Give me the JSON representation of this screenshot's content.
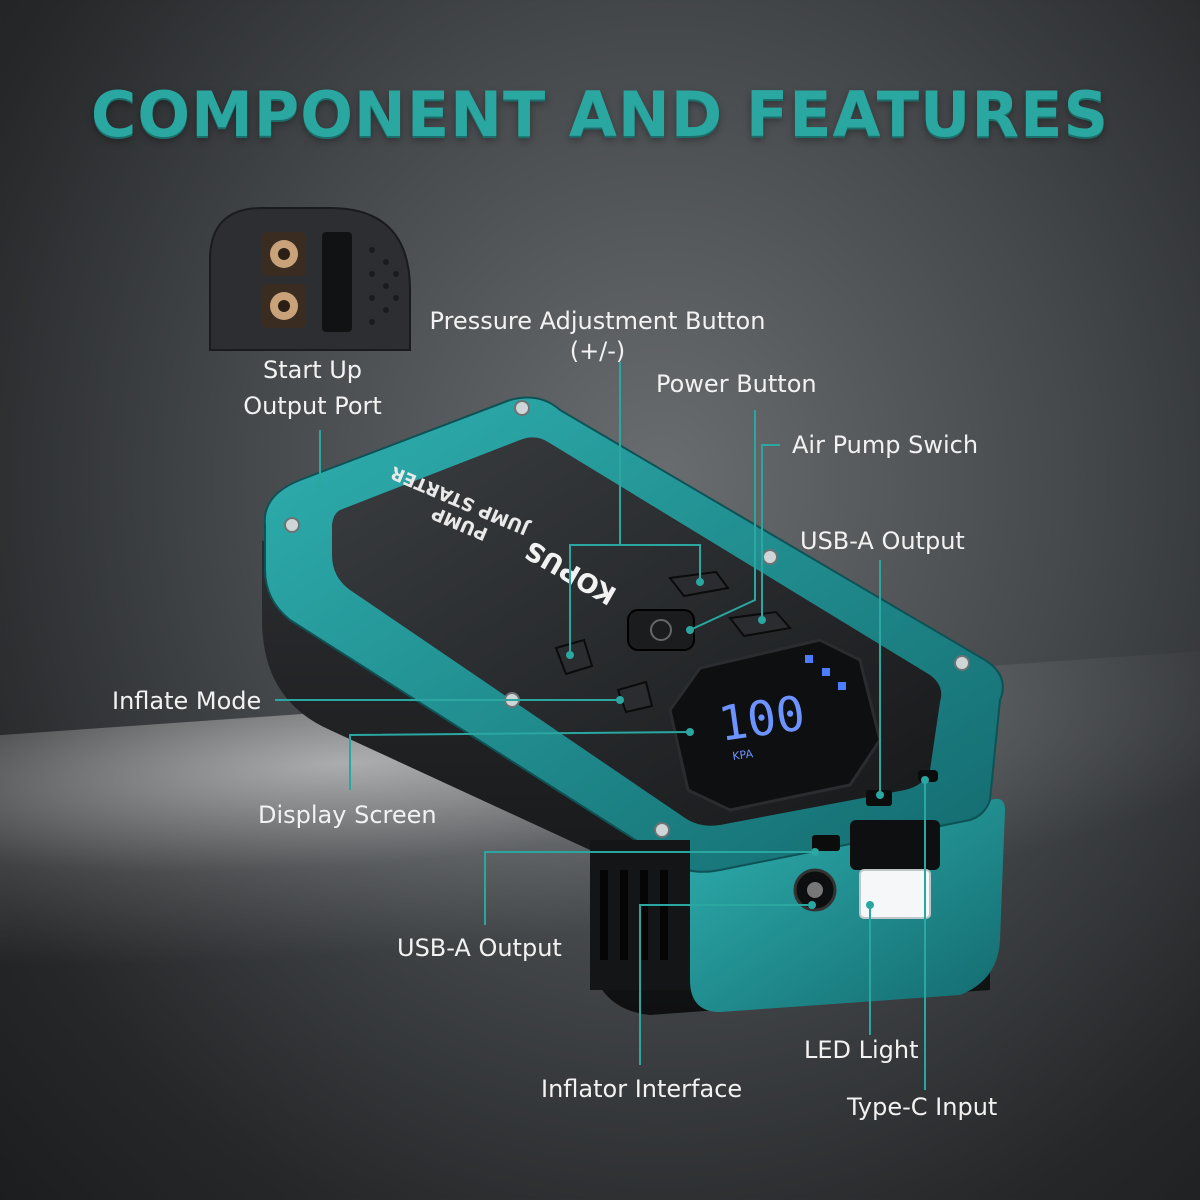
{
  "title": "COMPONENT AND FEATURES",
  "device": {
    "brand": "KOPUS",
    "top_text_line1": "JUMP STARTER",
    "top_text_line2": "PUMP",
    "display_reading": "100",
    "display_unit": "KPA"
  },
  "labels": {
    "startup_line1": "Start Up",
    "startup_line2": "Output Port",
    "pressure_line1": "Pressure Adjustment Button",
    "pressure_line2": "(+/-)",
    "power": "Power Button",
    "air_pump": "Air Pump Swich",
    "usb_a_top": "USB-A Output",
    "inflate": "Inflate Mode",
    "display": "Display Screen",
    "usb_a_bottom": "USB-A Output",
    "led": "LED Light",
    "inflator": "Inflator Interface",
    "typec": "Type-C Input"
  },
  "colors": {
    "accent": "#2aa7a1",
    "device_teal": "#1f8e90",
    "display_blue": "#4a7dff"
  }
}
